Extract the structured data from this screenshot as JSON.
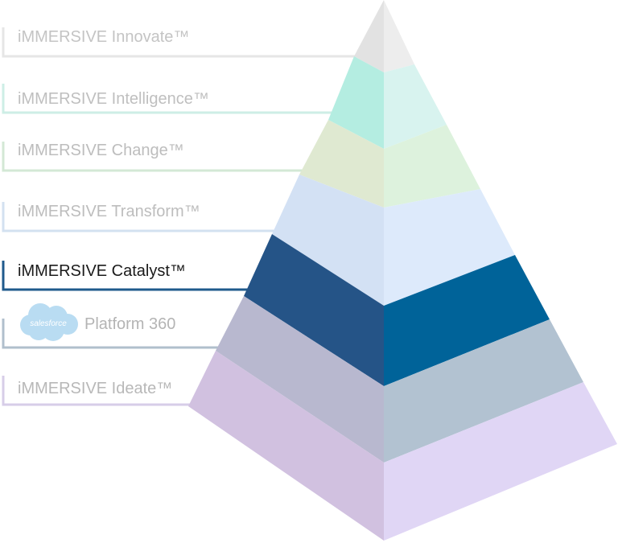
{
  "layers": [
    {
      "label": "iMMERSIVE Innovate™",
      "left_color": "#e2e2e2",
      "right_color": "#ededed",
      "line_color": "#e6e6e6",
      "text_color": "#c4c4c4"
    },
    {
      "label": "iMMERSIVE Intelligence™",
      "left_color": "#b4ede1",
      "right_color": "#d8f3ef",
      "line_color": "#cdeee6",
      "text_color": "#bfbfbf"
    },
    {
      "label": "iMMERSIVE Change™",
      "left_color": "#dfe9d1",
      "right_color": "#ddf2dd",
      "line_color": "#d3e8d5",
      "text_color": "#bdbdbd"
    },
    {
      "label": "iMMERSIVE Transform™",
      "left_color": "#d3e1f4",
      "right_color": "#ddeafb",
      "line_color": "#d3e1f0",
      "text_color": "#bdbdbd"
    },
    {
      "label": "iMMERSIVE Catalyst™",
      "left_color": "#255487",
      "right_color": "#006399",
      "line_color": "#1f5a8c",
      "text_color": "#1a1a1a"
    },
    {
      "label": "Platform 360",
      "left_color": "#b8b8cf",
      "right_color": "#b2c2d1",
      "line_color": "#b0bfcc",
      "text_color": "#b4b4b4",
      "logo": {
        "text": "salesforce",
        "color": "#b9dcf2",
        "text_color": "#ffffff"
      }
    },
    {
      "label": "iMMERSIVE Ideate™",
      "left_color": "#d1c1e0",
      "right_color": "#e0d6f5",
      "line_color": "#d7cde8",
      "text_color": "#b8b8b8"
    }
  ]
}
